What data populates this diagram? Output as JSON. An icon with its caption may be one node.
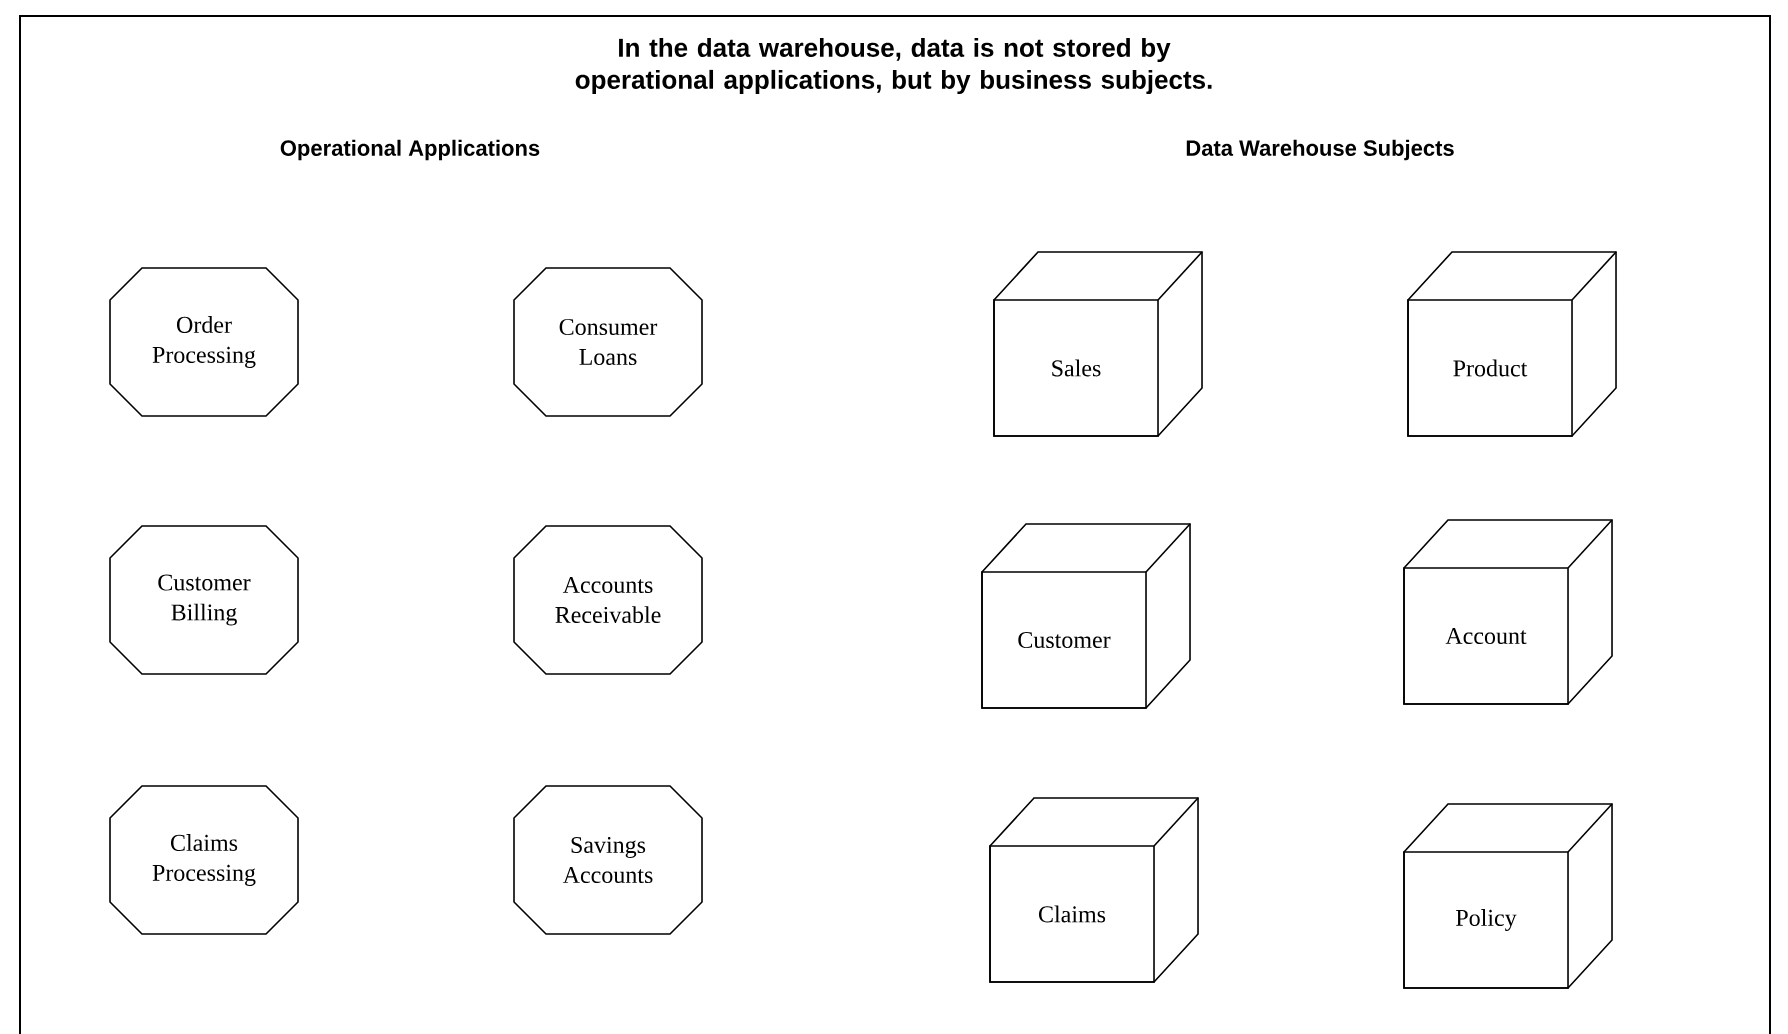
{
  "diagram": {
    "title": "In the data warehouse, data is not stored by operational applications, but by business subjects.",
    "nodes": [
      {
        "text": [
          "Order Processing"
        ]
      },
      {
        "text": [
          "Consumer Loans"
        ]
      },
      {
        "text": [
          "Customer Billing"
        ]
      },
      {
        "text": [
          "Accounts Receivable"
        ]
      },
      {
        "text": [
          "Claims Processing"
        ]
      },
      {
        "text": [
          "Savings Accounts"
        ]
      },
      {
        "text": [
          "Sales"
        ]
      },
      {
        "text": [
          "Product"
        ]
      },
      {
        "text": [
          "Customer"
        ]
      },
      {
        "text": [
          "Account"
        ]
      },
      {
        "text": [
          "Claims"
        ]
      },
      {
        "text": [
          "Policy"
        ]
      }
    ],
    "labels": [
      "Operational Applications",
      "Data Warehouse Subjects"
    ]
  }
}
